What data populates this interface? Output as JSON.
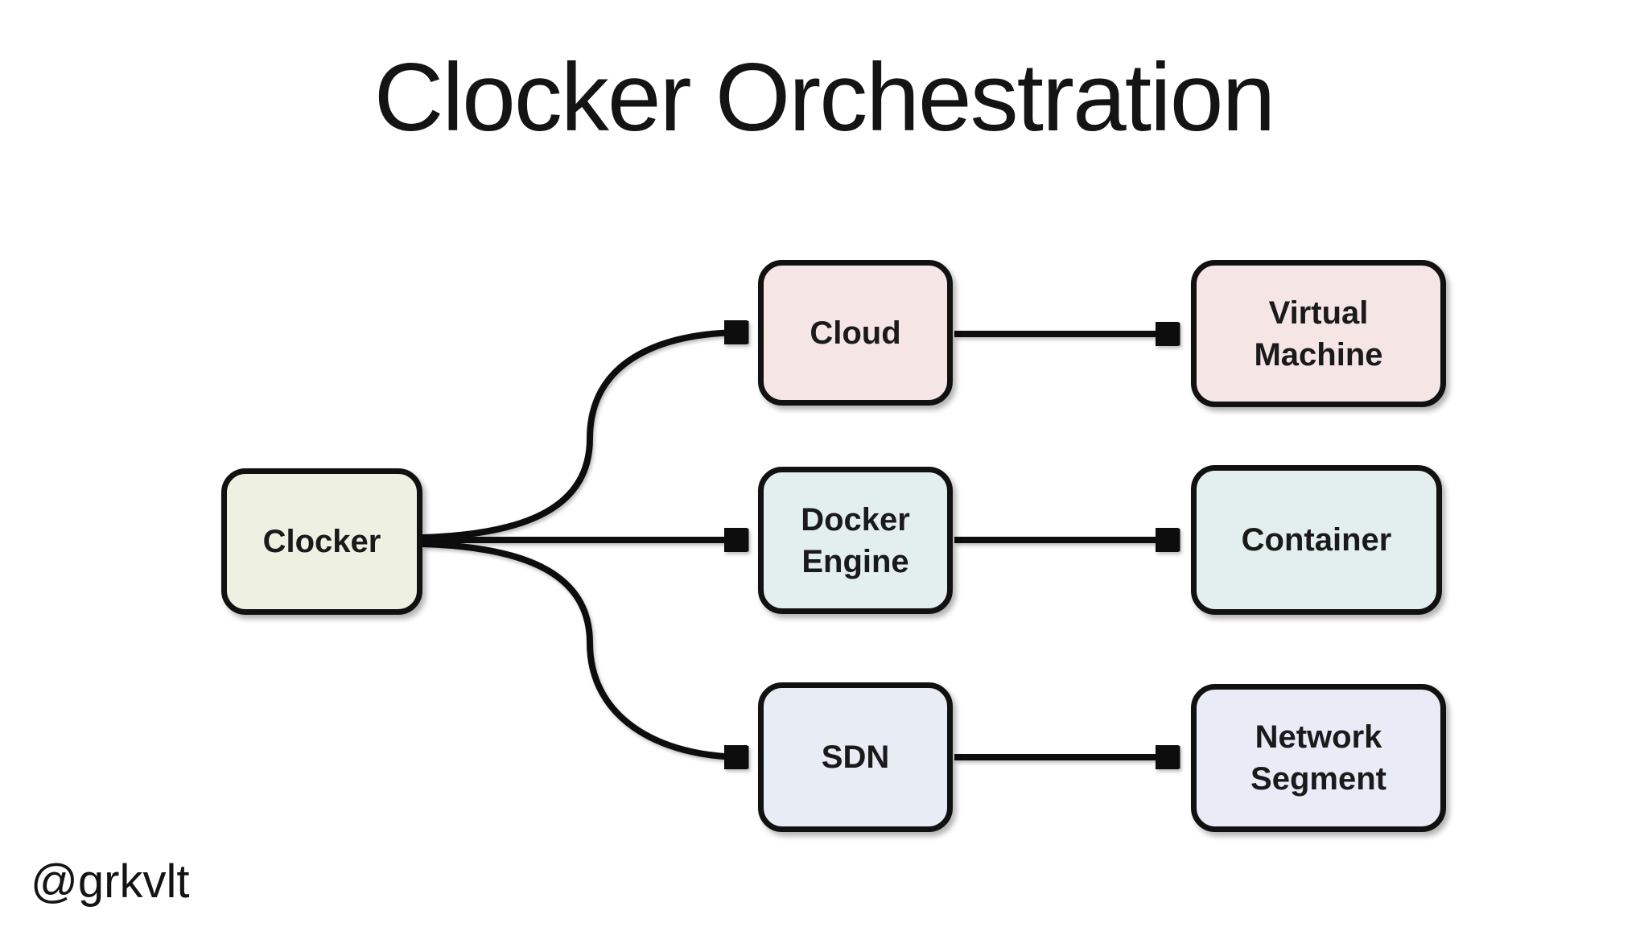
{
  "slide": {
    "title": "Clocker Orchestration",
    "credit": "@grkvlt"
  },
  "colors": {
    "background": "#ffffff",
    "border_stroke": "#111111",
    "arrow_stroke": "#0d0d0d",
    "text": "#1a1a1a",
    "clocker_fill": "#eef0e2",
    "cloud_fill": "#f5e5e5",
    "virtual_machine_fill": "#f5e5e5",
    "docker_engine_fill": "#e3efee",
    "container_fill": "#e3efee",
    "sdn_fill": "#e8ecf5",
    "network_segment_fill": "#e9ecf6"
  },
  "nodes": {
    "clocker": {
      "label": "Clocker",
      "fill": "#eef0e2"
    },
    "cloud": {
      "label": "Cloud",
      "fill": "#f5e5e5"
    },
    "virtual_machine": {
      "label": "Virtual\nMachine",
      "fill": "#f5e5e5"
    },
    "docker_engine": {
      "label": "Docker\nEngine",
      "fill": "#e3efee"
    },
    "container": {
      "label": "Container",
      "fill": "#e3efee"
    },
    "sdn": {
      "label": "SDN",
      "fill": "#e8ecf5"
    },
    "network_segment": {
      "label": "Network\nSegment",
      "fill": "#e9ecf6"
    }
  },
  "edges": [
    {
      "from": "Clocker",
      "to": "Cloud"
    },
    {
      "from": "Clocker",
      "to": "Docker Engine"
    },
    {
      "from": "Clocker",
      "to": "SDN"
    },
    {
      "from": "Cloud",
      "to": "Virtual Machine"
    },
    {
      "from": "Docker Engine",
      "to": "Container"
    },
    {
      "from": "SDN",
      "to": "Network Segment"
    }
  ]
}
